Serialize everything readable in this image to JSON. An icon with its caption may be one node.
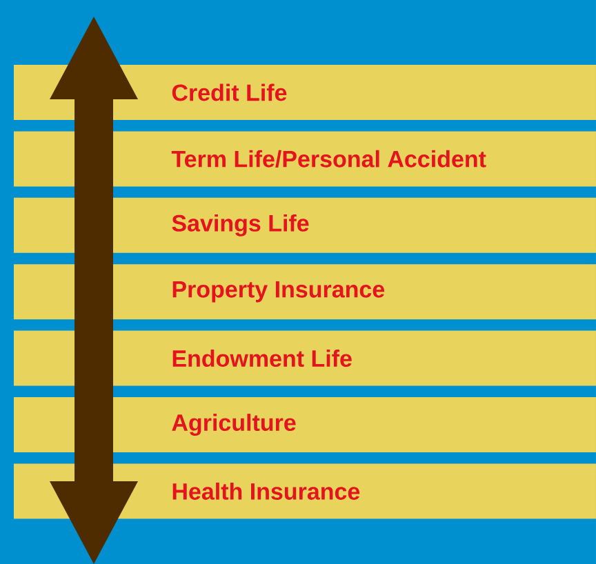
{
  "diagram": {
    "nodes": [
      {
        "text": [
          "Credit Life"
        ]
      },
      {
        "text": [
          "Term Life/Personal Accident"
        ]
      },
      {
        "text": [
          "Savings Life"
        ]
      },
      {
        "text": [
          "Property Insurance"
        ]
      },
      {
        "text": [
          "Endowment Life"
        ]
      },
      {
        "text": [
          "Agriculture"
        ]
      },
      {
        "text": [
          "Health Insurance"
        ]
      }
    ]
  }
}
